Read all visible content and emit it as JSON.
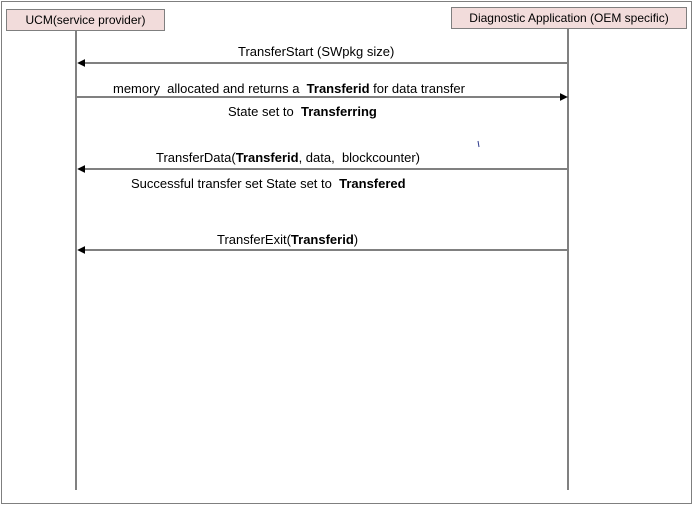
{
  "participants": {
    "left": "UCM(service provider)",
    "right": "Diagnostic Application (OEM specific)"
  },
  "messages": [
    {
      "parts": [
        {
          "text": "TransferStart (SWpkg size)",
          "bold": false
        }
      ]
    },
    {
      "parts": [
        {
          "text": "memory  allocated and returns a  ",
          "bold": false
        },
        {
          "text": "Transferid",
          "bold": true
        },
        {
          "text": " for data transfer",
          "bold": false
        }
      ]
    },
    {
      "parts": [
        {
          "text": "State set to  ",
          "bold": false
        },
        {
          "text": "Transferring",
          "bold": true
        }
      ]
    },
    {
      "parts": [
        {
          "text": "TransferData(",
          "bold": false
        },
        {
          "text": "Transferid",
          "bold": true
        },
        {
          "text": ", data,  blockcounter)",
          "bold": false
        }
      ]
    },
    {
      "parts": [
        {
          "text": "Successful transfer set State set to  ",
          "bold": false
        },
        {
          "text": "Transfered",
          "bold": true
        }
      ]
    },
    {
      "parts": [
        {
          "text": "TransferExit(",
          "bold": false
        },
        {
          "text": "Transferid",
          "bold": true
        },
        {
          "text": ")",
          "bold": false
        }
      ]
    }
  ],
  "colors": {
    "participant_fill": "#f2dcdb",
    "border": "#7f7f7f",
    "line": "#000000"
  }
}
